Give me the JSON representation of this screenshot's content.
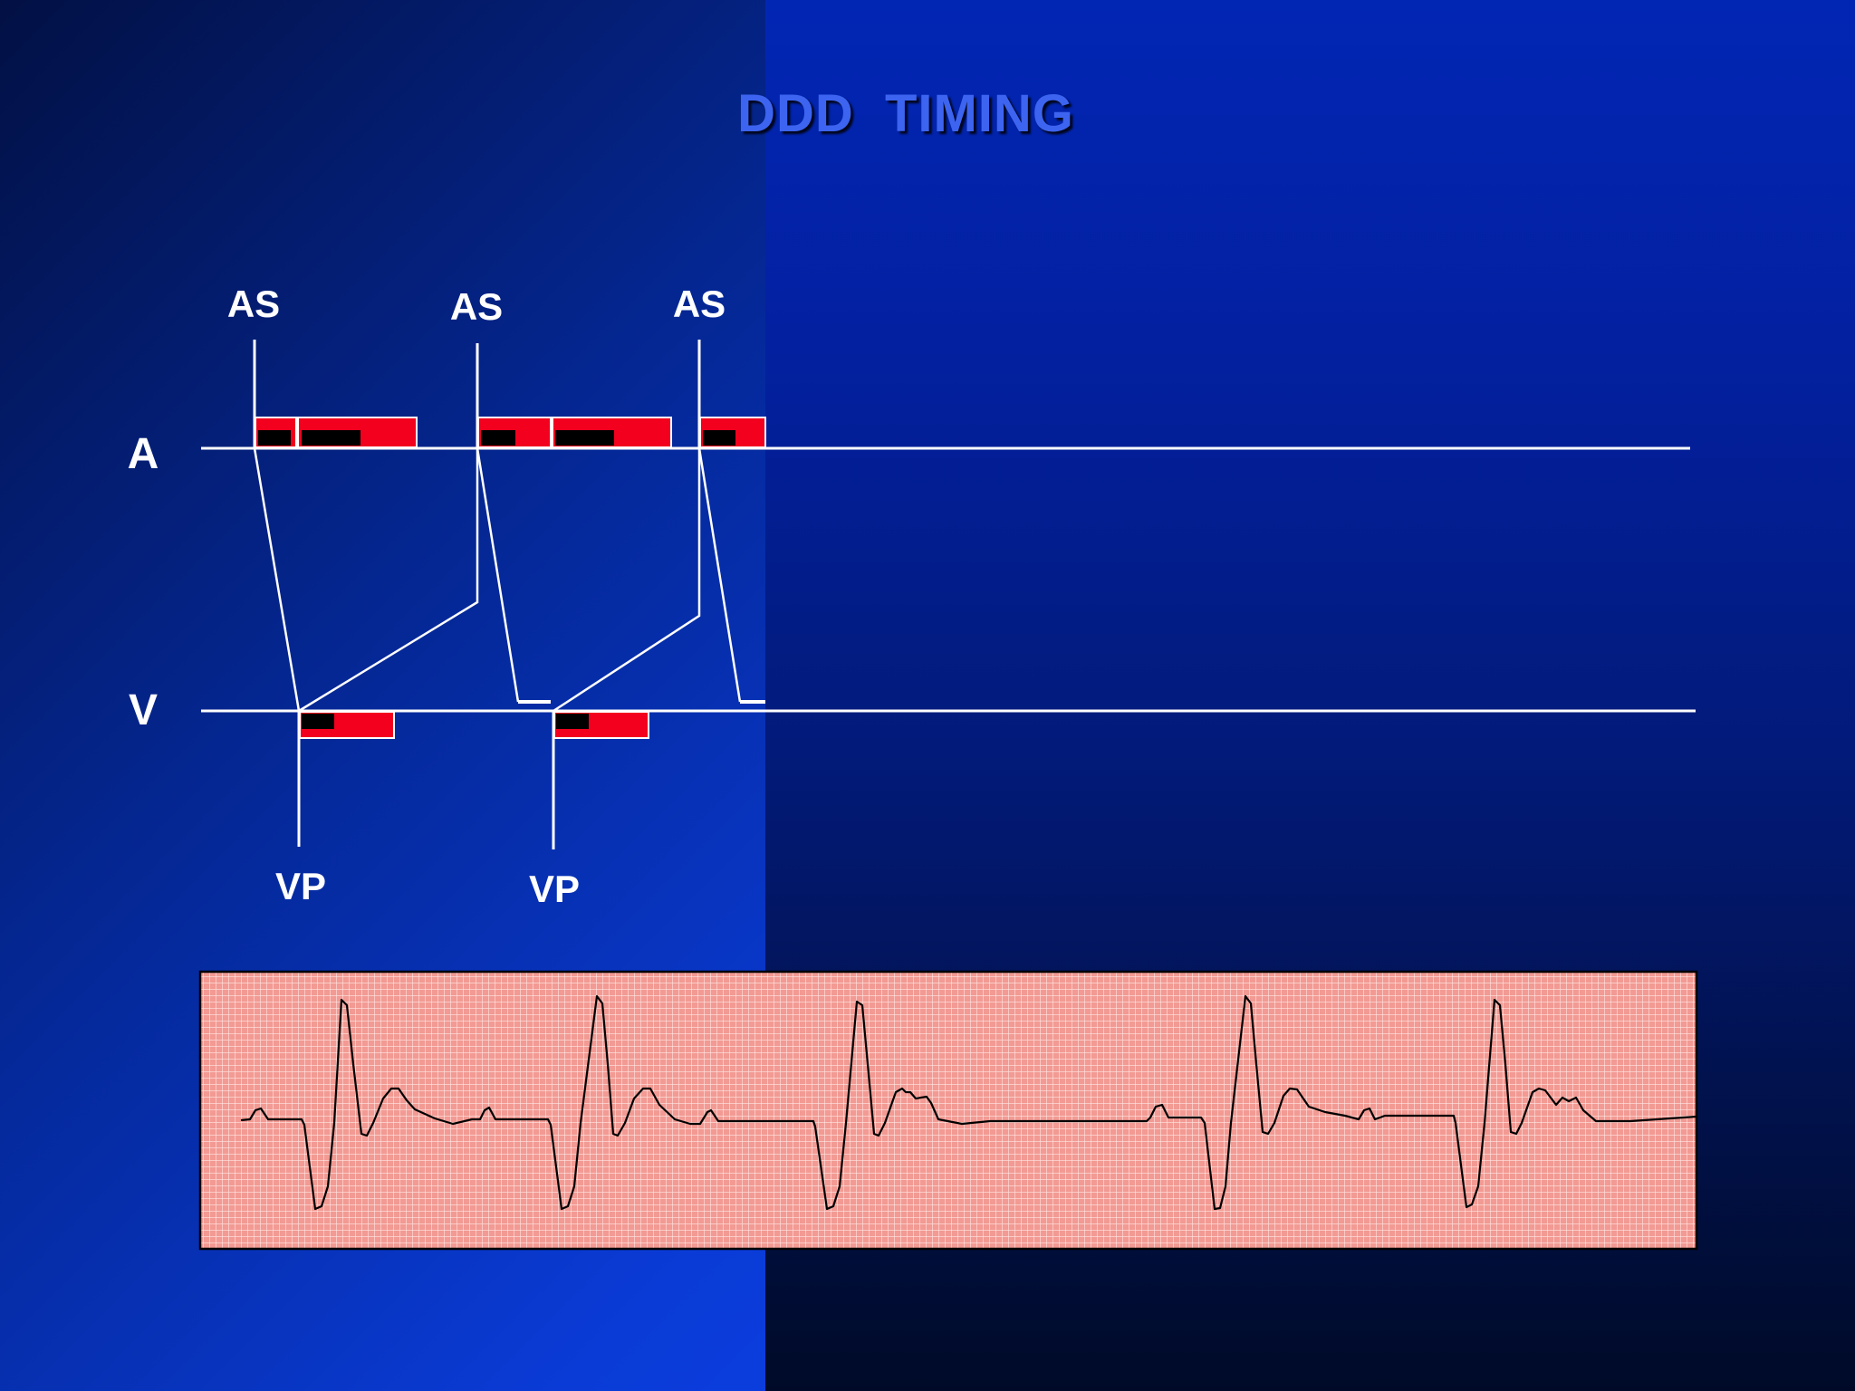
{
  "title": "DDD  TIMING",
  "channels": {
    "atrial": "A",
    "ventricular": "V"
  },
  "events": {
    "atrial_sense": [
      "AS",
      "AS",
      "AS"
    ],
    "ventricular_pace": [
      "VP",
      "VP"
    ]
  },
  "colors": {
    "background_gradient": [
      "#021044",
      "#0a3bd6"
    ],
    "panel": "#021a78",
    "title": "#3d64f0",
    "label": "#ffffff",
    "refractory_bar": "#f2001e",
    "blanking_bar": "#000000",
    "ecg_paper": "#f29a93",
    "ecg_grid": "#ffffff",
    "ecg_trace": "#000000"
  },
  "icons": {
    "ecg_strip": "ecg-rhythm-strip"
  }
}
